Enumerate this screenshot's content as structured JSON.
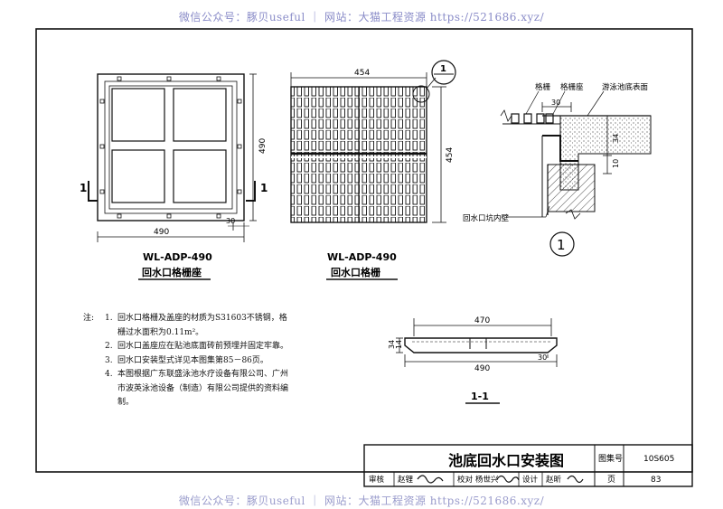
{
  "watermark": "微信公众号：豚贝useful ｜ 网站：大猫工程资源 https://521686.xyz/",
  "left_view": {
    "dim_bottom": "490",
    "dim_right": "490",
    "dim_small": "30",
    "section_marker": "1",
    "model": "WL-ADP-490",
    "name": "回水口格栅座"
  },
  "middle_view": {
    "dim_top": "454",
    "dim_right": "454",
    "model": "WL-ADP-490",
    "name": "回水口格栅",
    "callout": "1"
  },
  "detail": {
    "label_grate": "格栅",
    "label_seat": "格栅座",
    "label_surface": "游泳池底表面",
    "label_wall": "回水口坑内壁",
    "dim_30": "30",
    "dim_34": "34",
    "dim_10": "10",
    "callout": "1"
  },
  "section": {
    "dim_top": "470",
    "dim_bottom": "490",
    "dim_left_a": "34",
    "dim_left_b": "14",
    "dim_small": "30",
    "label": "1-1"
  },
  "notes": {
    "label": "注:",
    "items": [
      {
        "num": "1.",
        "text": "回水口格栅及盖座的材质为S31603不锈钢，格栅过水面积为0.11m²。"
      },
      {
        "num": "2.",
        "text": "回水口盖座应在贴池底面砖前预埋并固定牢靠。"
      },
      {
        "num": "3.",
        "text": "回水口安装型式详见本图集第85－86页。"
      },
      {
        "num": "4.",
        "text": "本图根据广东联盛泳池水疗设备有限公司、广州市波英泳池设备（制造）有限公司提供的资料编制。"
      }
    ]
  },
  "title_block": {
    "title": "池底回水口安装图",
    "atlas_label": "图集号",
    "atlas_no": "10S605",
    "review_label": "审核",
    "review_name": "赵锂",
    "check_label": "校对",
    "check_name": "杨世兴",
    "design_label": "设计",
    "design_name": "赵昕",
    "page_label": "页",
    "page_no": "83"
  }
}
